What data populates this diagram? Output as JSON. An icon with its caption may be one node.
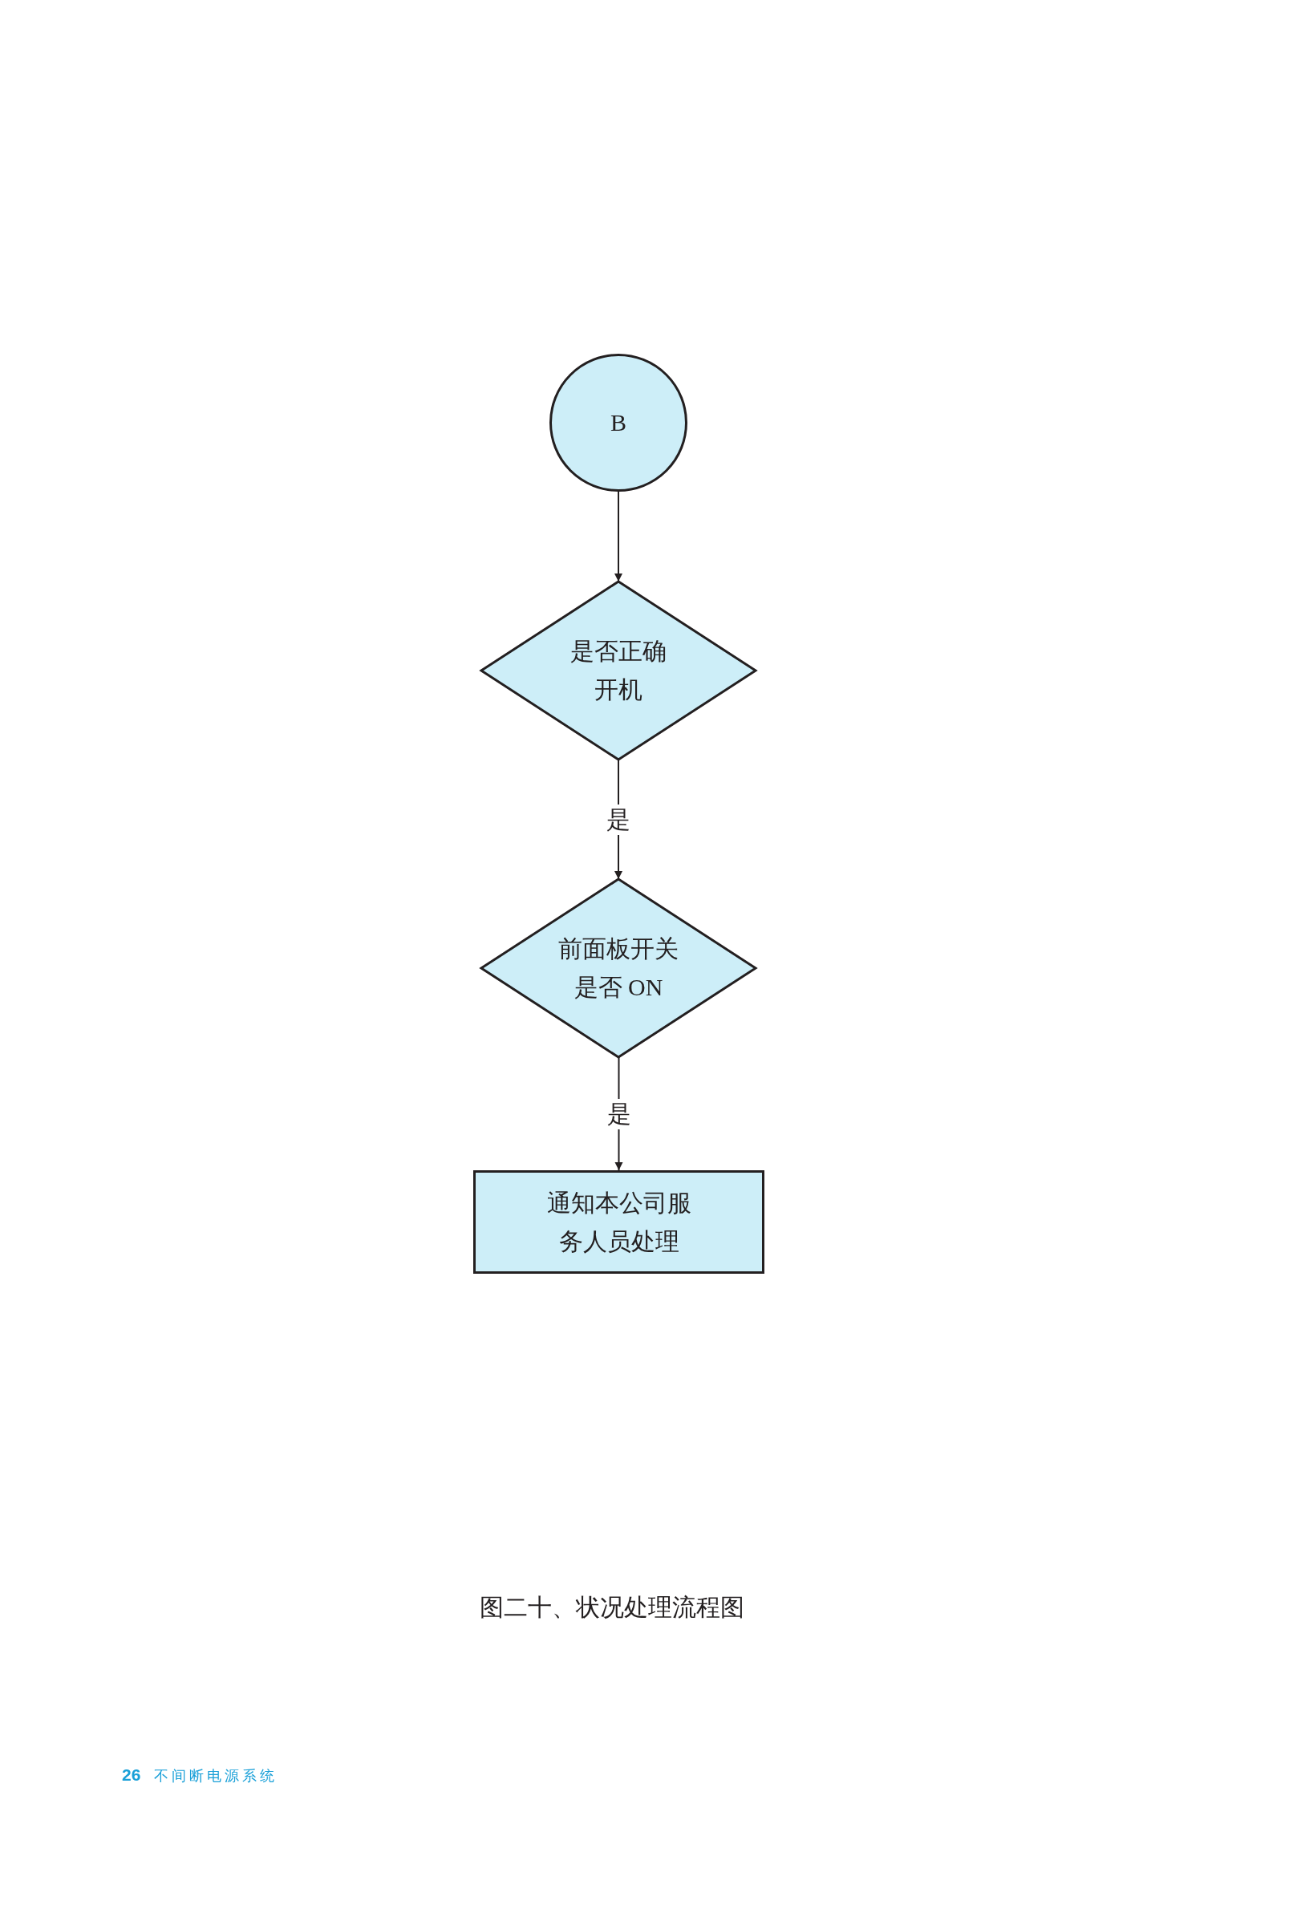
{
  "diagram": {
    "caption": "图二十、状况处理流程图",
    "nodes": [
      {
        "text": [
          "B"
        ]
      },
      {
        "text": [
          "是否正确开机"
        ]
      },
      {
        "text": [
          "前面板开关是否 ON"
        ]
      },
      {
        "text": [
          "通知本公司服务人员处理"
        ]
      }
    ],
    "edges": [
      {
        "from": 0,
        "to": 1,
        "arrow": "to"
      },
      {
        "from": 1,
        "to": 2,
        "arrow": "to",
        "label": "是"
      },
      {
        "from": 2,
        "to": 3,
        "arrow": "to",
        "label": "是"
      }
    ],
    "labels": [
      "26",
      "不间断电源系统"
    ]
  }
}
